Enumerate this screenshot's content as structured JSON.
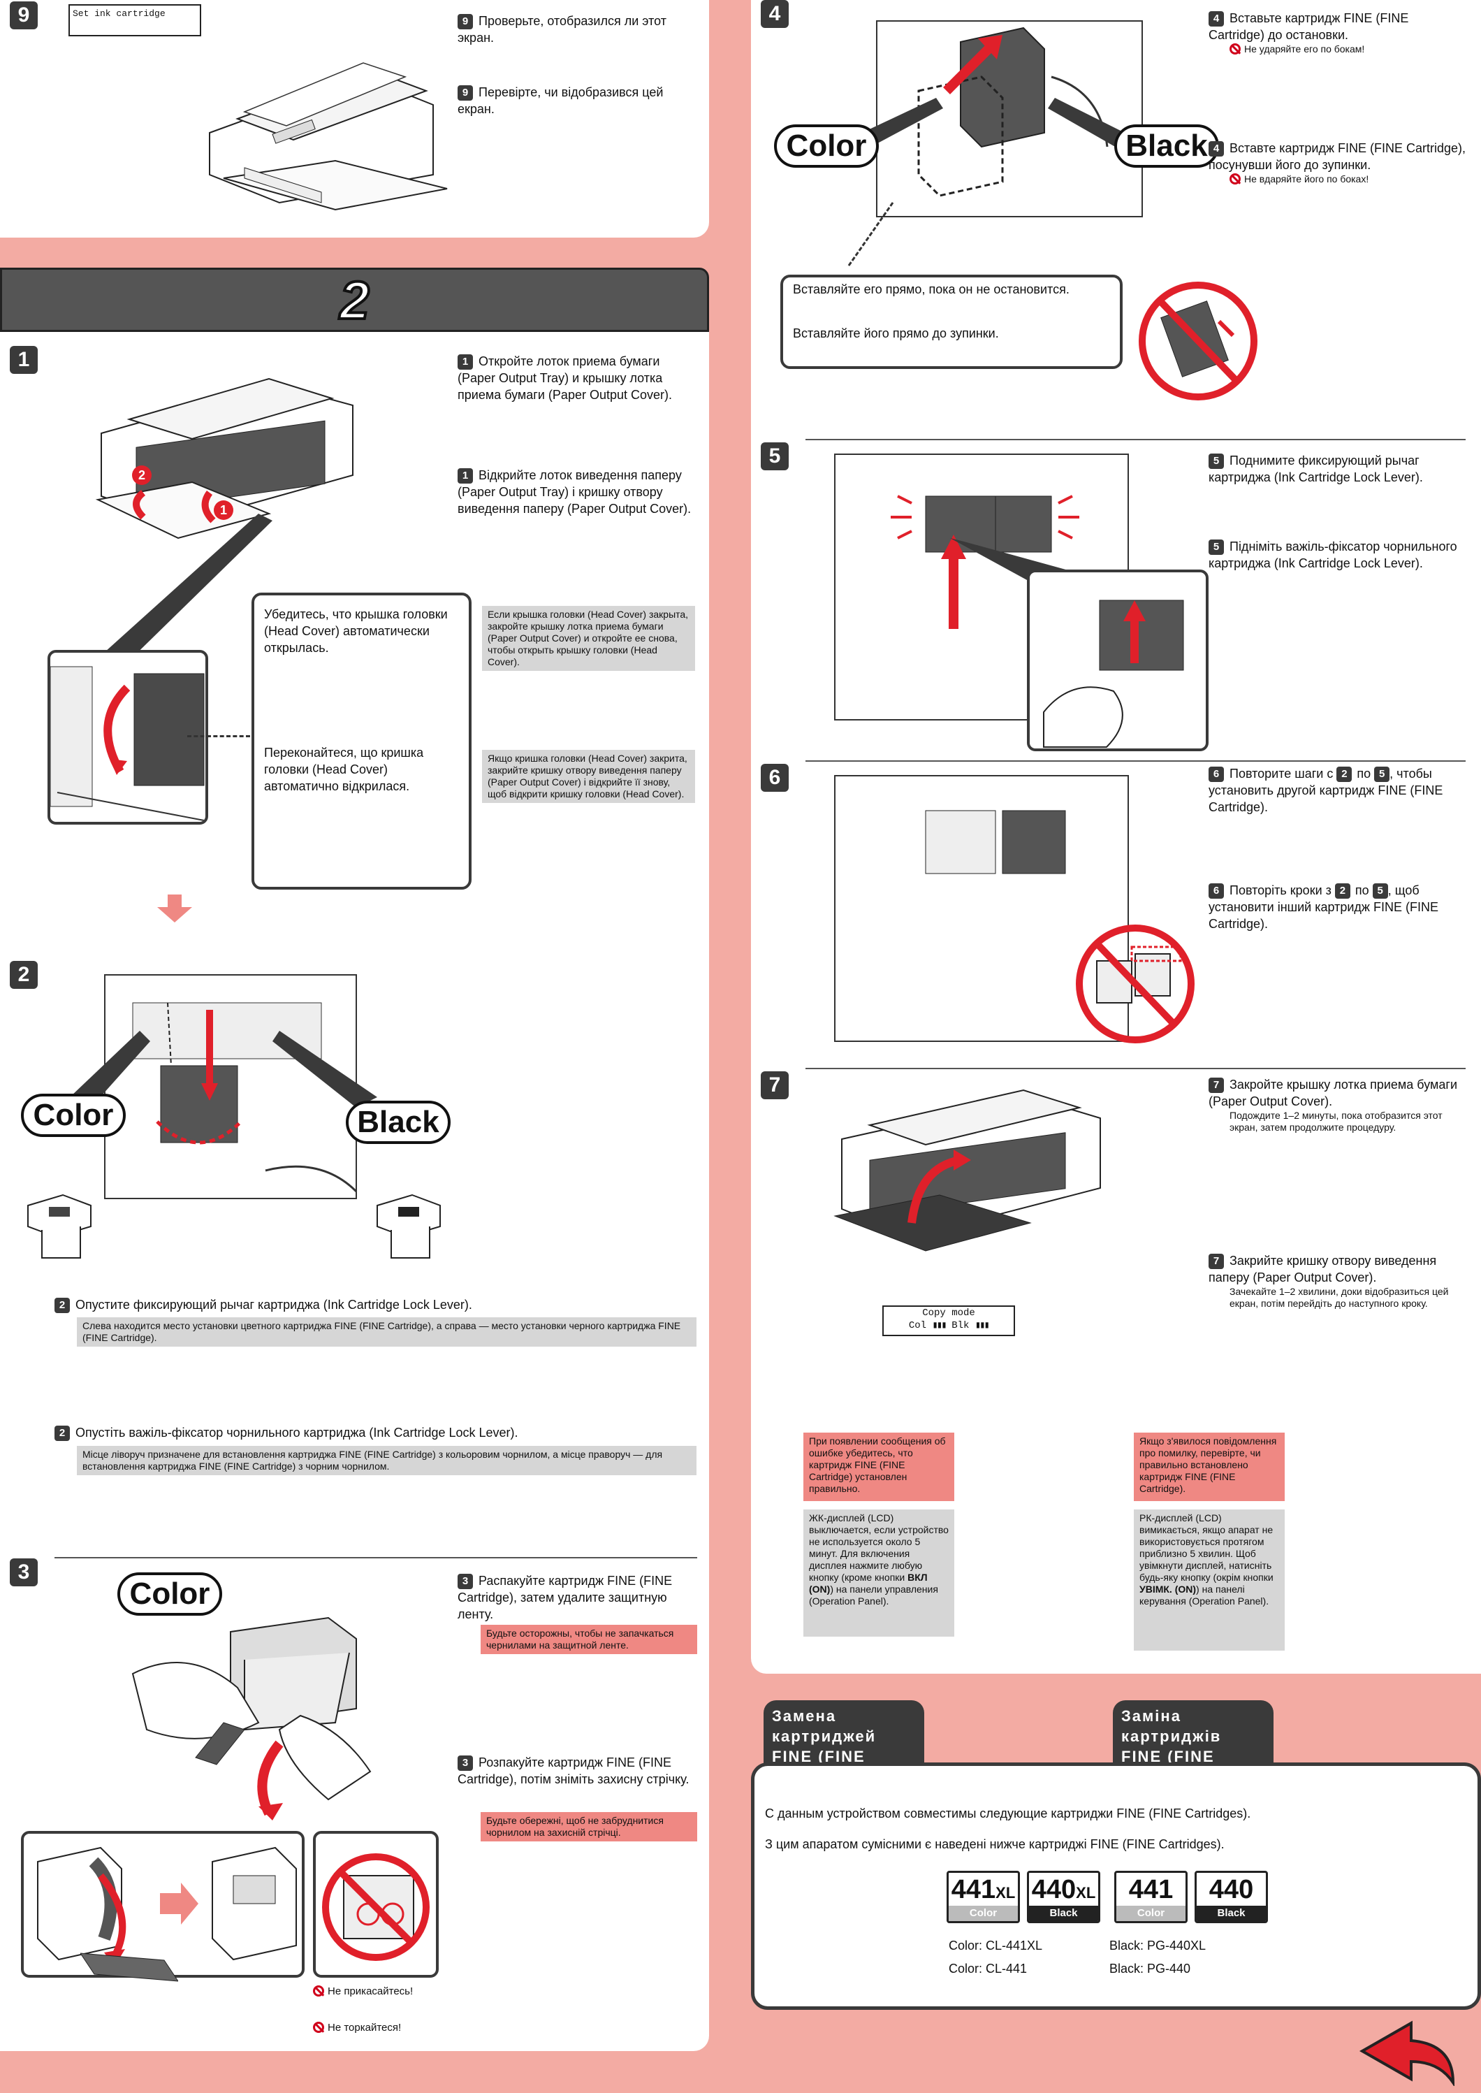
{
  "colors": {
    "background": "#f3aba3",
    "panel": "#ffffff",
    "header_bar": "#555555",
    "red_note": "#ef8883",
    "gray_note": "#d6d6d6",
    "arrow_red": "#e0202a"
  },
  "left": {
    "step9": {
      "num": "9",
      "screen_text": "Set ink cartridge",
      "ru": "Проверьте, отобразился ли этот экран.",
      "uk": "Перевірте, чи відобразився цей екран."
    },
    "section_header": "2",
    "step1": {
      "num": "1",
      "ru": "Откройте лоток приема бумаги (Paper Output Tray) и крышку лотка приема бумаги (Paper Output Cover).",
      "uk": "Відкрийте лоток виведення паперу (Paper Output Tray) і кришку отвору виведення паперу (Paper Output Cover).",
      "bubble_ru": "Убедитесь, что крышка головки (Head Cover) автоматически открылась.",
      "bubble_uk": "Переконайтеся, що кришка головки (Head Cover) автоматично відкрилася.",
      "note_ru": "Если крышка головки (Head Cover) закрыта, закройте крышку лотка приема бумаги (Paper Output Cover) и откройте ее снова, чтобы открыть крышку головки (Head Cover).",
      "note_uk": "Якщо кришка головки (Head Cover) закрита, закрийте кришку отвору виведення паперу (Paper Output Cover) і відкрийте її знову, щоб відкрити кришку головки (Head Cover).",
      "callout_2": "2",
      "callout_1": "1"
    },
    "step2": {
      "num": "2",
      "label_color": "Color",
      "label_black": "Black",
      "ru": "Опустите фиксирующий рычаг картриджа (Ink Cartridge Lock Lever).",
      "note_ru": "Слева находится место установки цветного картриджа FINE (FINE Cartridge), а справа — место установки черного картриджа FINE (FINE Cartridge).",
      "uk": "Опустіть важіль-фіксатор чорнильного картриджа (Ink Cartridge Lock Lever).",
      "note_uk": "Місце ліворуч призначене для встановлення картриджа FINE (FINE Cartridge) з кольоровим чорнилом, а місце праворуч — для встановлення картриджа FINE (FINE Cartridge) з чорним чорнилом."
    },
    "step3": {
      "num": "3",
      "label_color": "Color",
      "ru": "Распакуйте картридж FINE (FINE Cartridge), затем удалите защитную ленту.",
      "note_ru": "Будьте осторожны, чтобы не запачкаться чернилами на защитной ленте.",
      "uk": "Розпакуйте картридж FINE (FINE Cartridge), потім зніміть захисну стрічку.",
      "note_uk": "Будьте обережні, щоб не забруднитися чорнилом на захисній стрічці.",
      "warn_ru": "Не прикасайтесь!",
      "warn_uk": "Не торкайтеся!"
    }
  },
  "right": {
    "step4": {
      "num": "4",
      "label_color": "Color",
      "label_black": "Black",
      "ru": "Вставьте картридж FINE (FINE Cartridge) до остановки.",
      "warn_ru": "Не ударяйте его по бокам!",
      "uk": "Вставте картридж FINE (FINE Cartridge), посунувши його до зупинки.",
      "warn_uk": "Не вдаряйте його по боках!",
      "bubble_ru": "Вставляйте его прямо, пока он не остановится.",
      "bubble_uk": "Вставляйте його прямо до зупинки."
    },
    "step5": {
      "num": "5",
      "ru": "Поднимите фиксирующий рычаг картриджа (Ink Cartridge Lock Lever).",
      "uk": "Підніміть важіль-фіксатор чорнильного картриджа (Ink Cartridge Lock Lever)."
    },
    "step6": {
      "num": "6",
      "ru_a": "Повторите шаги с",
      "ru_b": "по",
      "ru_c": ", чтобы установить другой картридж FINE (FINE Cartridge).",
      "uk_a": "Повторіть кроки з",
      "uk_b": "по",
      "uk_c": ", щоб установити інший картридж FINE (FINE Cartridge).",
      "ref_from": "2",
      "ref_to": "5"
    },
    "step7": {
      "num": "7",
      "ru": "Закройте крышку лотка приема бумаги (Paper Output Cover).",
      "sub_ru": "Подождите 1–2 минуты, пока отобразится этот экран, затем продолжите процедуру.",
      "uk": "Закрийте кришку отвору виведення паперу (Paper Output Cover).",
      "sub_uk": "Зачекайте 1–2 хвилини, доки відобразиться цей екран, потім перейдіть до наступного кроку.",
      "lcd_line1": "Copy mode",
      "lcd_col": "Col",
      "lcd_blk": "Blk"
    },
    "notes": {
      "err_ru": "При появлении сообщения об ошибке убедитесь, что картридж FINE (FINE Cartridge) установлен правильно.",
      "err_uk": "Якщо з'явилося повідомлення про помилку, перевірте, чи правильно встановлено картридж FINE (FINE Cartridge).",
      "lcd_ru_a": "ЖК-дисплей (LCD) выключается, если устройство не используется около 5 минут. Для включения дисплея нажмите любую кнопку (кроме кнопки",
      "lcd_ru_bold": "ВКЛ (ON)",
      "lcd_ru_b": ") на панели управления (Operation Panel).",
      "lcd_uk_a": "РК-дисплей (LCD) вимикається, якщо апарат не використовується протягом приблизно 5 хвилин. Щоб увімкнути дисплей, натисніть будь-яку кнопку (окрім кнопки",
      "lcd_uk_bold": "УВІМК. (ON)",
      "lcd_uk_b": ") на панелі керування (Operation Panel)."
    },
    "replacement": {
      "tab_ru": "Замена картриджей FINE (FINE Cartridges)",
      "tab_uk": "Заміна картриджів FINE (FINE Cartridges)",
      "text_ru": "С данным устройством совместимы следующие картриджи FINE (FINE Cartridges).",
      "text_uk": "З цим апаратом сумісними є наведені нижче картриджі FINE (FINE Cartridges).",
      "boxes": [
        {
          "num": "441",
          "suffix": "XL",
          "label": "Color"
        },
        {
          "num": "440",
          "suffix": "XL",
          "label": "Black"
        },
        {
          "num": "441",
          "suffix": "",
          "label": "Color"
        },
        {
          "num": "440",
          "suffix": "",
          "label": "Black"
        }
      ],
      "list_color_1": "Color: CL-441XL",
      "list_color_2": "Color: CL-441",
      "list_black_1": "Black: PG-440XL",
      "list_black_2": "Black: PG-440"
    }
  }
}
